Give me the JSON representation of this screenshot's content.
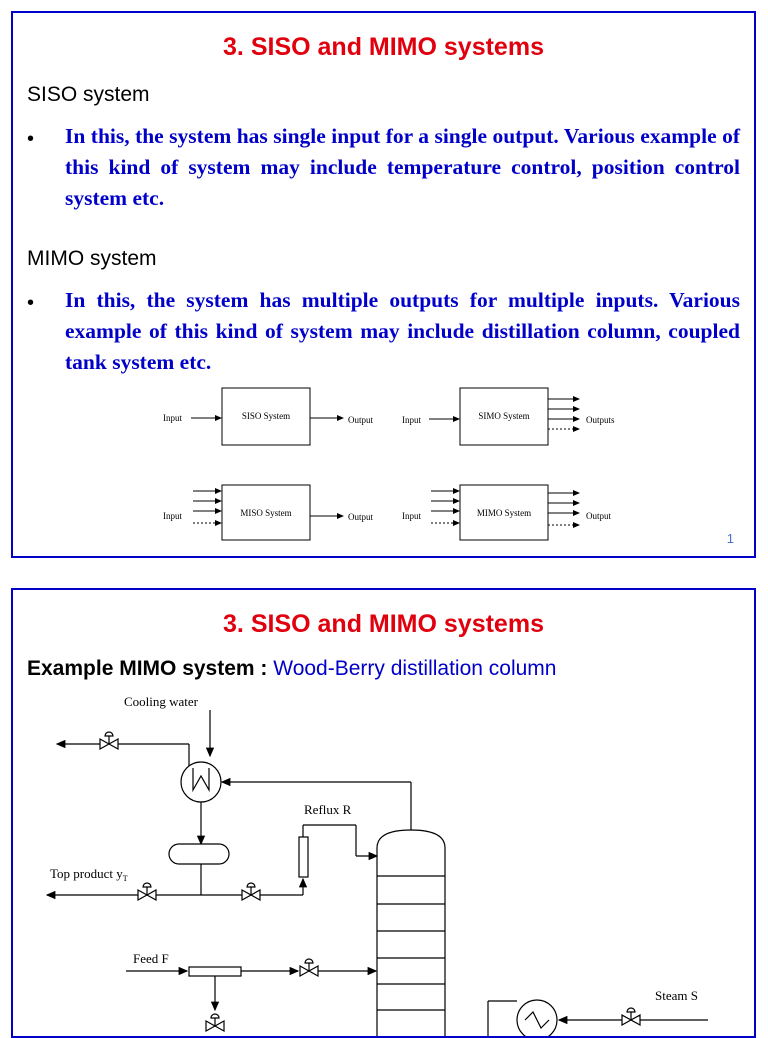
{
  "slide1": {
    "title": "3. SISO and MIMO systems",
    "siso_heading": "SISO system",
    "siso_bullet": "In this, the system has single input for a single output. Various example of this kind of system may include temperature control, position control system etc.",
    "mimo_heading": "MIMO system",
    "mimo_bullet": "In this, the system has multiple outputs for multiple inputs. Various example of this kind of system may include distillation column, coupled tank system etc.",
    "page_number": "1",
    "diagrams": {
      "siso": {
        "box": "SISO System",
        "input": "Input",
        "output": "Output"
      },
      "simo": {
        "box": "SIMO System",
        "input": "Input",
        "output": "Outputs"
      },
      "miso": {
        "box": "MISO System",
        "input": "Input",
        "output": "Output"
      },
      "mimo": {
        "box": "MIMO System",
        "input": "Input",
        "output": "Output"
      }
    }
  },
  "slide2": {
    "title": "3. SISO and MIMO systems",
    "example_label": "Example MIMO system : ",
    "example_value": "Wood-Berry distillation column",
    "labels": {
      "cooling_water": "Cooling water",
      "reflux": "Reflux R",
      "top_product": "Top product y",
      "top_product_sub": "T",
      "feed": "Feed F",
      "steam": "Steam S"
    }
  }
}
